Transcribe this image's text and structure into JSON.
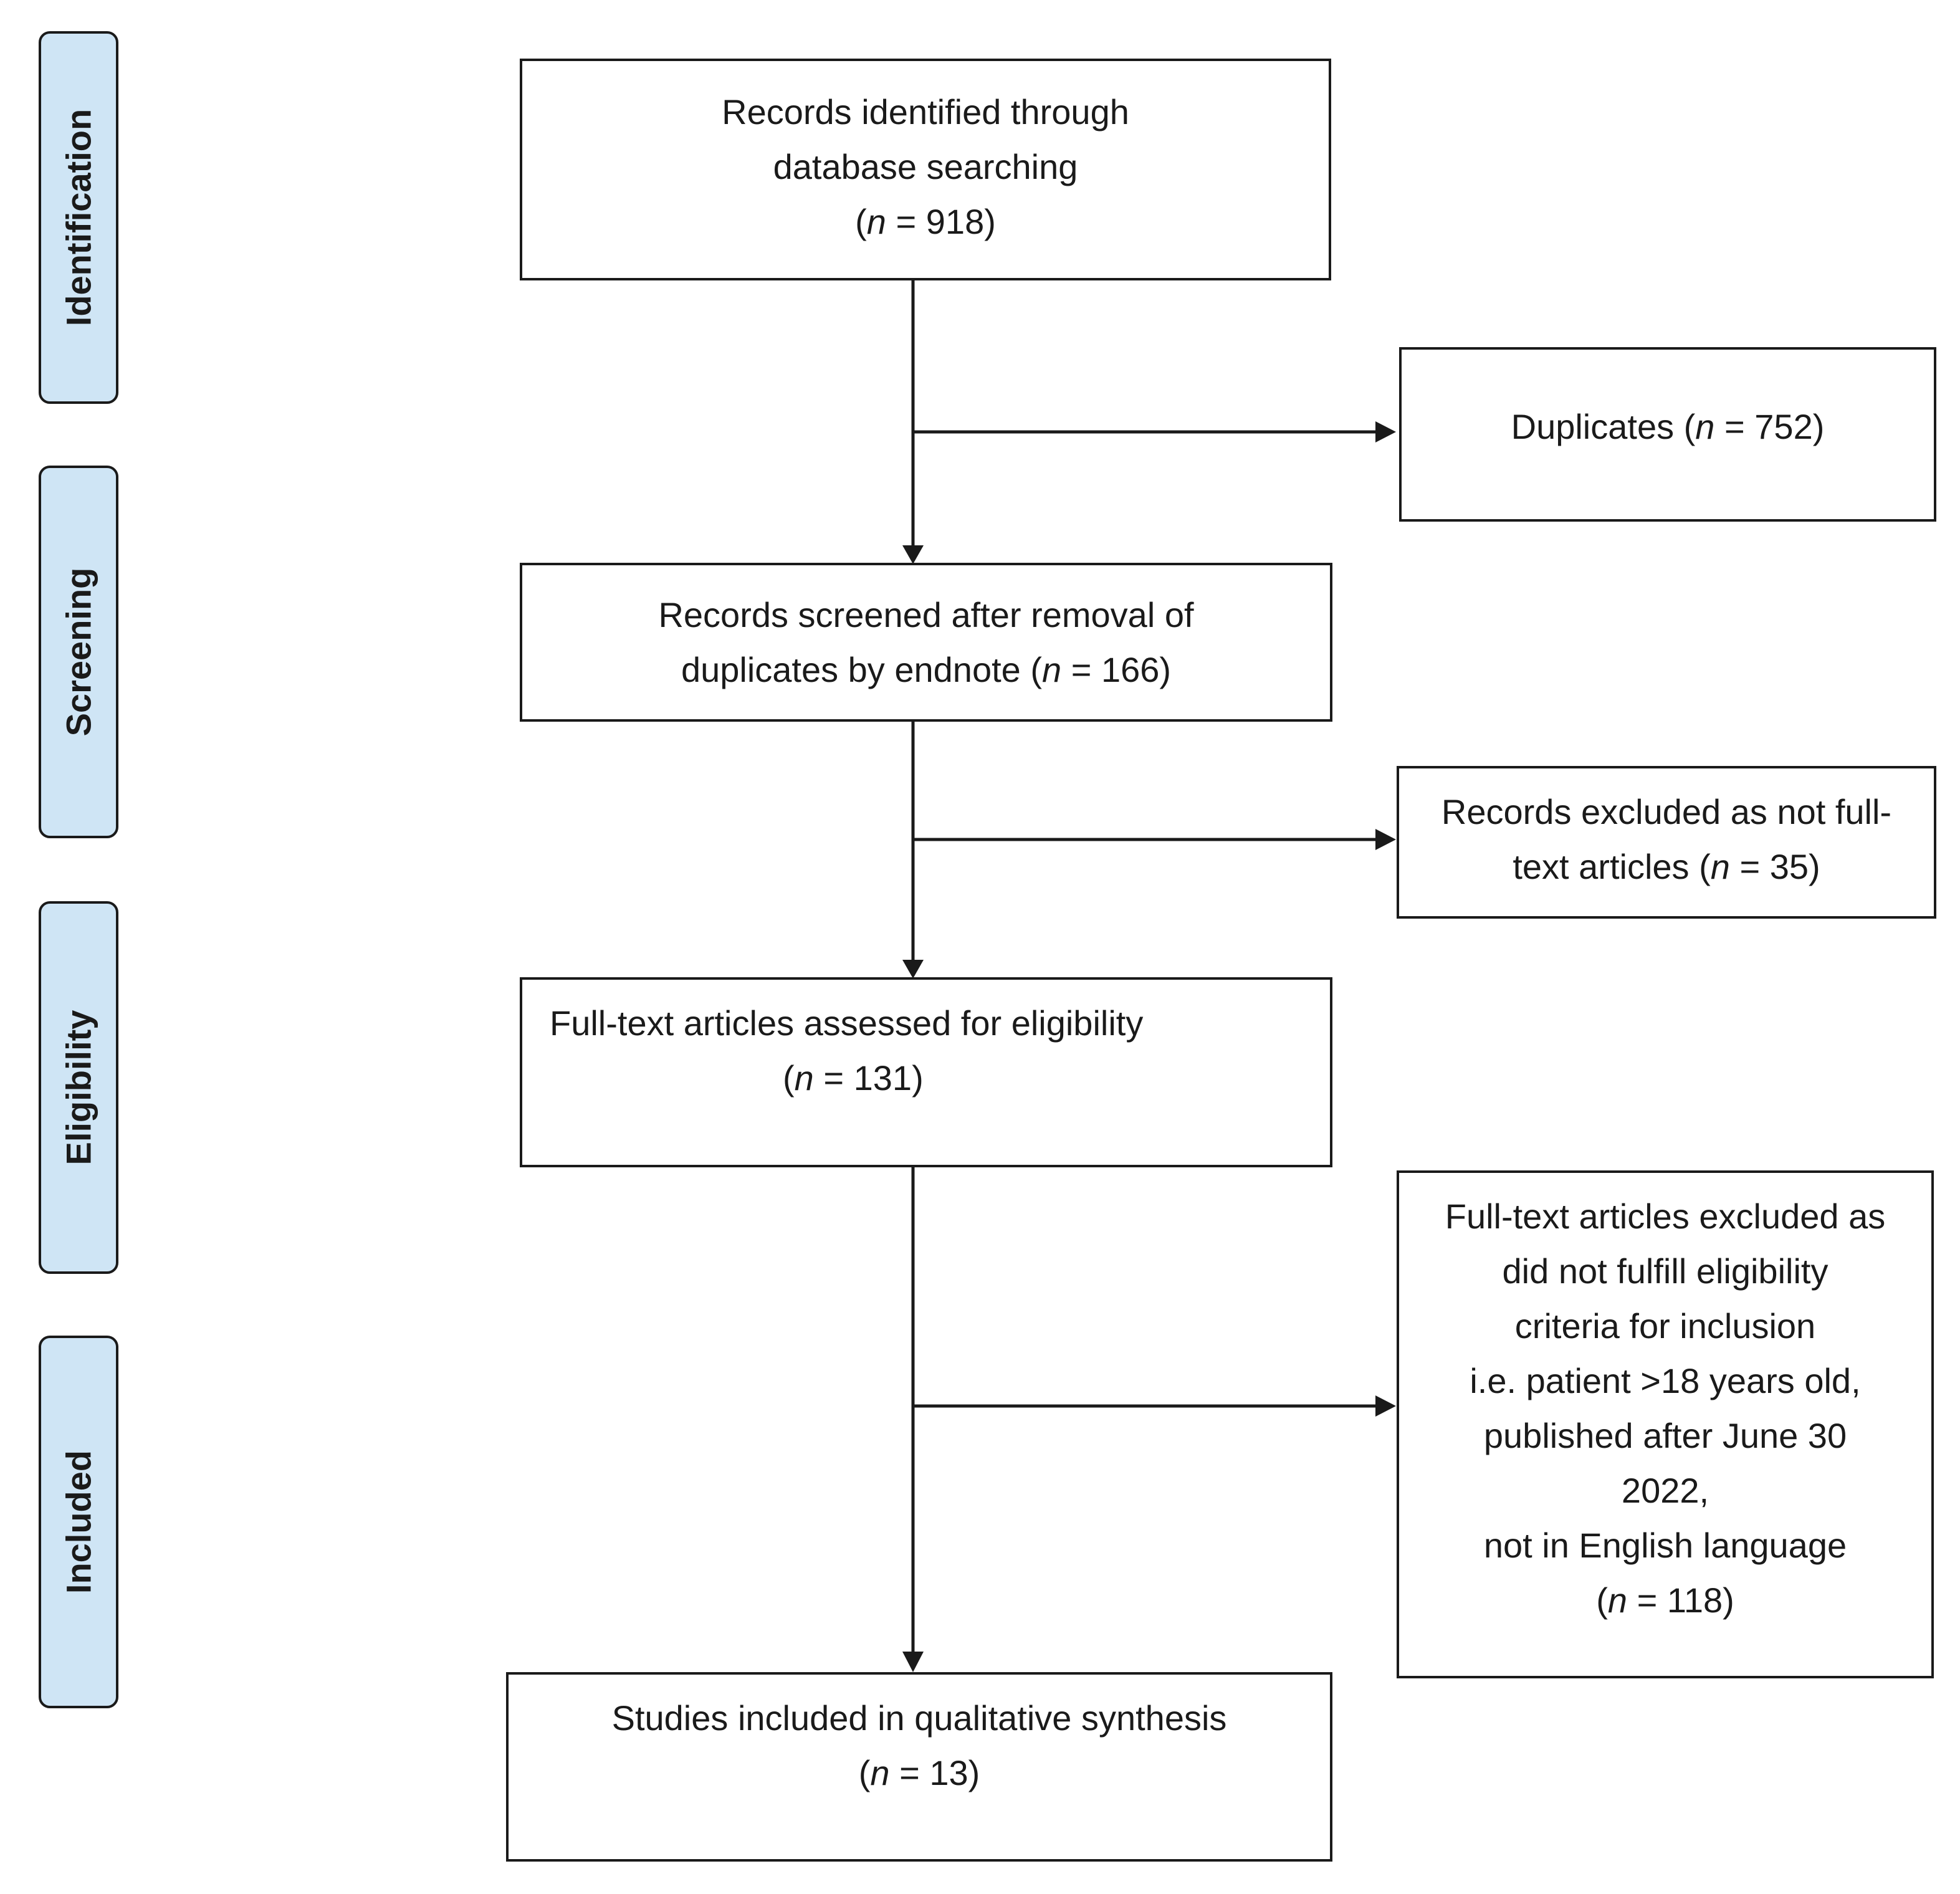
{
  "stages": [
    {
      "id": "identification",
      "label": "Identification"
    },
    {
      "id": "screening",
      "label": "Screening"
    },
    {
      "id": "eligibility",
      "label": "Eligibility"
    },
    {
      "id": "included",
      "label": "Included"
    }
  ],
  "boxes": {
    "identified": {
      "lines": [
        "Records identified through",
        "database searching"
      ],
      "count_prefix": "(",
      "count_var": "n",
      "count_rest": " = 918)"
    },
    "duplicates": {
      "label": "Duplicates (",
      "count_var": "n",
      "count_rest": " = 752)"
    },
    "screened": {
      "line1": "Records screened after removal of",
      "line2_text": "duplicates by endnote (",
      "count_var": "n",
      "count_rest": " = 166)"
    },
    "excluded_not_full_text": {
      "line1": "Records excluded as not full-",
      "line2_text": "text articles (",
      "count_var": "n",
      "count_rest": " = 35)"
    },
    "eligibility": {
      "line1": "Full-text articles assessed for eligibility",
      "count_prefix": "(",
      "count_var": "n",
      "count_rest": " = 131)"
    },
    "excluded_ineligible": {
      "lines": [
        "Full-text articles excluded as",
        "did not fulfill eligibility",
        "criteria for inclusion",
        "i.e. patient >18 years old,",
        "published after June 30",
        "2022,",
        "not in English language"
      ],
      "count_prefix": "(",
      "count_var": "n",
      "count_rest": " = 118)"
    },
    "included": {
      "line1": "Studies included in qualitative synthesis",
      "count_prefix": "(",
      "count_var": "n",
      "count_rest": " = 13)"
    }
  },
  "colors": {
    "stage_fill": "#cfe5f5",
    "line": "#1a1a1a"
  }
}
